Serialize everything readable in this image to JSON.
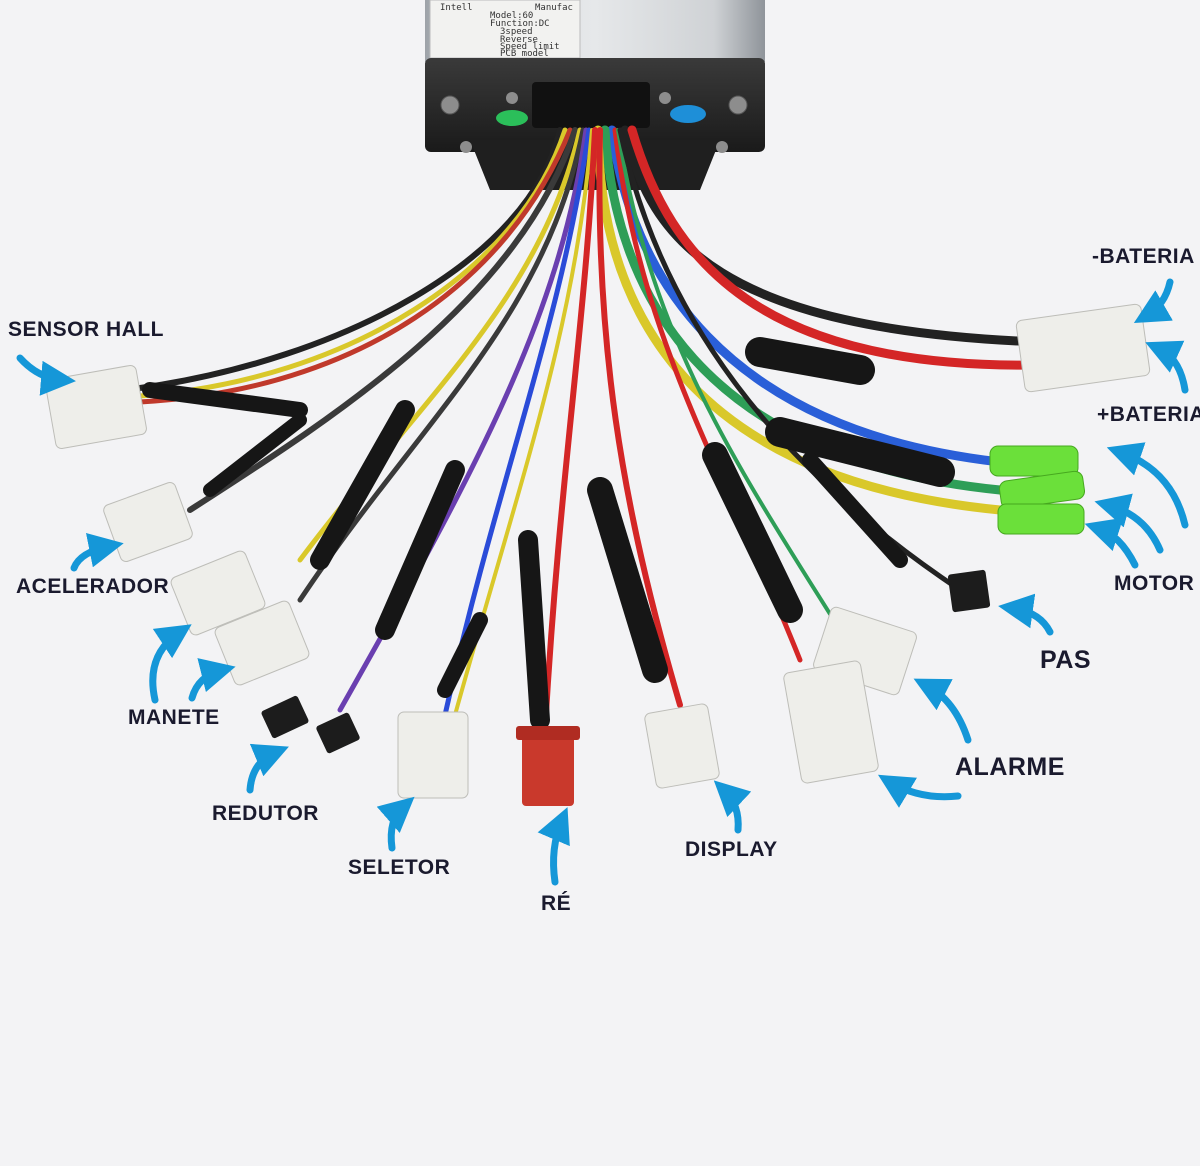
{
  "labels": {
    "sensor_hall": "SENSOR HALL",
    "acelerador": "ACELERADOR",
    "manete": "MANETE",
    "redutor": "REDUTOR",
    "seletor": "SELETOR",
    "re": "RÉ",
    "display": "DISPLAY",
    "alarme": "ALARME",
    "pas": "PAS",
    "motor": "MOTOR",
    "bateria_pos": "+BATERIA",
    "bateria_neg": "-BATERIA"
  },
  "controller": {
    "label_lines": [
      "Intell",
      "Model:60",
      "Function:DC",
      "3speed",
      "Reverse",
      "Speed limit",
      "PCB model",
      "Manufac"
    ]
  },
  "colors": {
    "arrow": "#1597d8",
    "label_text": "#1a1a2e",
    "connector_white": "#eeeeea",
    "connector_red": "#c9392c",
    "connector_green": "#6be03a",
    "connector_black": "#1c1c1c",
    "sleeve": "#161616",
    "housing": "#c9ccd0"
  },
  "icons": {
    "arrow": "curved-arrow-icon"
  }
}
